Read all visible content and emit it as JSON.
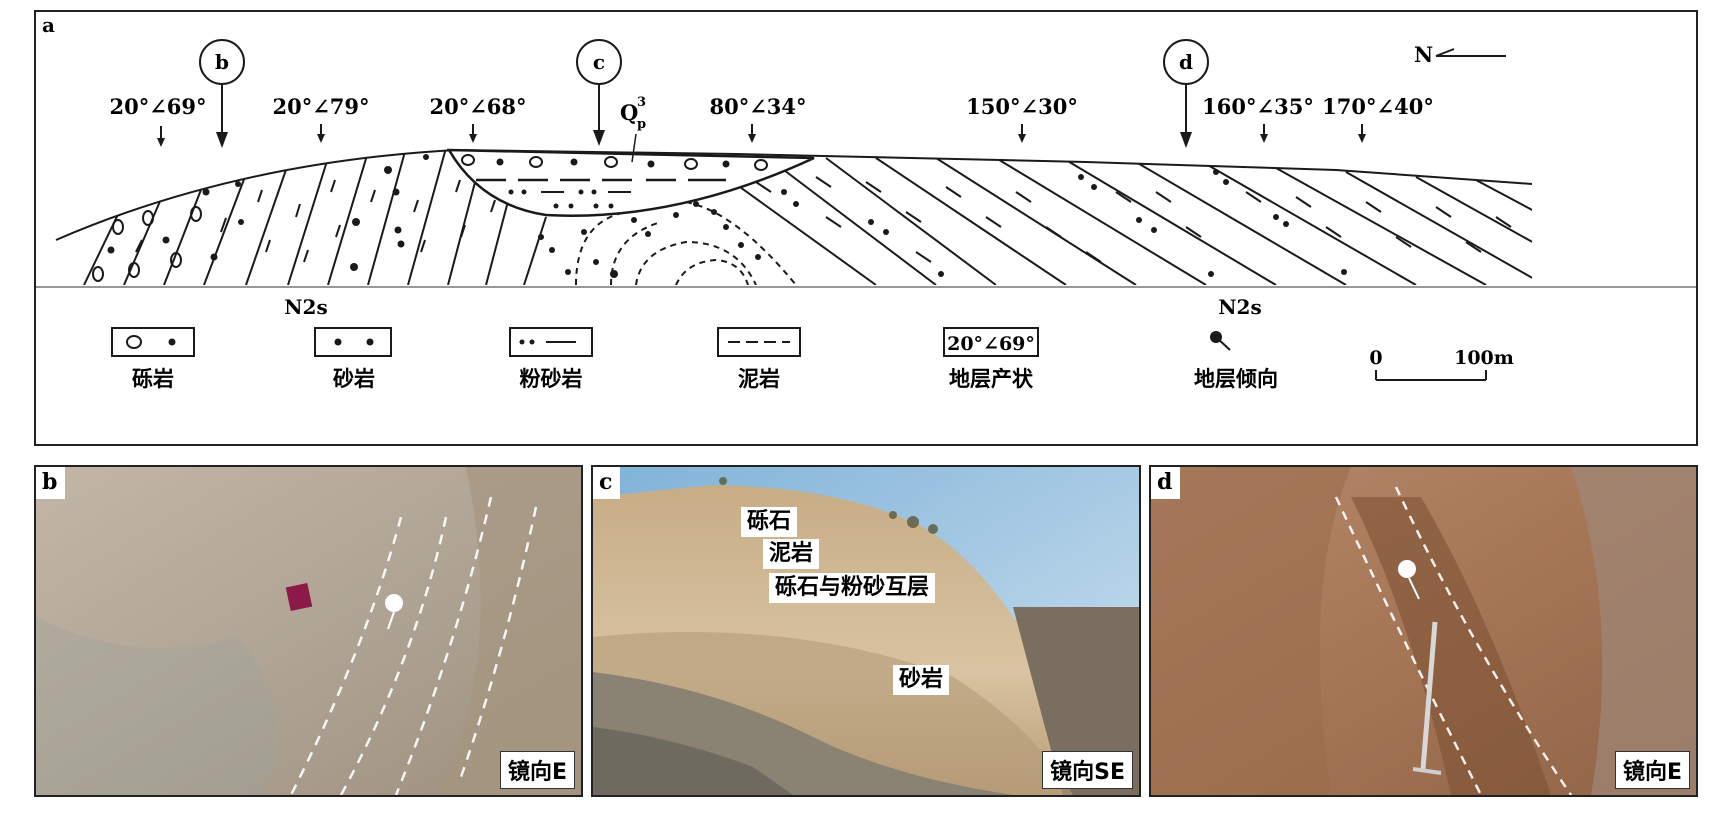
{
  "panel_a": {
    "label": "a",
    "north": "N",
    "markers": [
      "b",
      "c",
      "d"
    ],
    "attitudes": [
      "20°∠69°",
      "20°∠79°",
      "20°∠68°",
      "80°∠34°",
      "150°∠30°",
      "160°∠35°",
      "170°∠40°"
    ],
    "quaternary": {
      "base": "Q",
      "sup": "3",
      "sub": "p"
    },
    "formation_left": "N2s",
    "formation_right": "N2s",
    "legend": {
      "conglomerate": "砾岩",
      "sandstone": "砂岩",
      "siltstone": "粉砂岩",
      "mudstone": "泥岩",
      "attitude": "地层产状",
      "attitude_sample": "20°∠69°",
      "dip_direction": "地层倾向"
    },
    "scale": {
      "start": "0",
      "end": "100m"
    }
  },
  "photo_b": {
    "label": "b",
    "mirror": "镜向E"
  },
  "photo_c": {
    "label": "c",
    "mirror": "镜向SE",
    "annotations": [
      "砾石",
      "泥岩",
      "砾石与粉砂互层",
      "砂岩"
    ]
  },
  "photo_d": {
    "label": "d",
    "mirror": "镜向E"
  },
  "colors": {
    "line": "#1a1a1a",
    "photo_b_rock": "#b7aa99",
    "photo_c_sky": "#9ec3e0",
    "photo_c_rock": "#cdb592",
    "photo_d_soil": "#a87a56"
  }
}
